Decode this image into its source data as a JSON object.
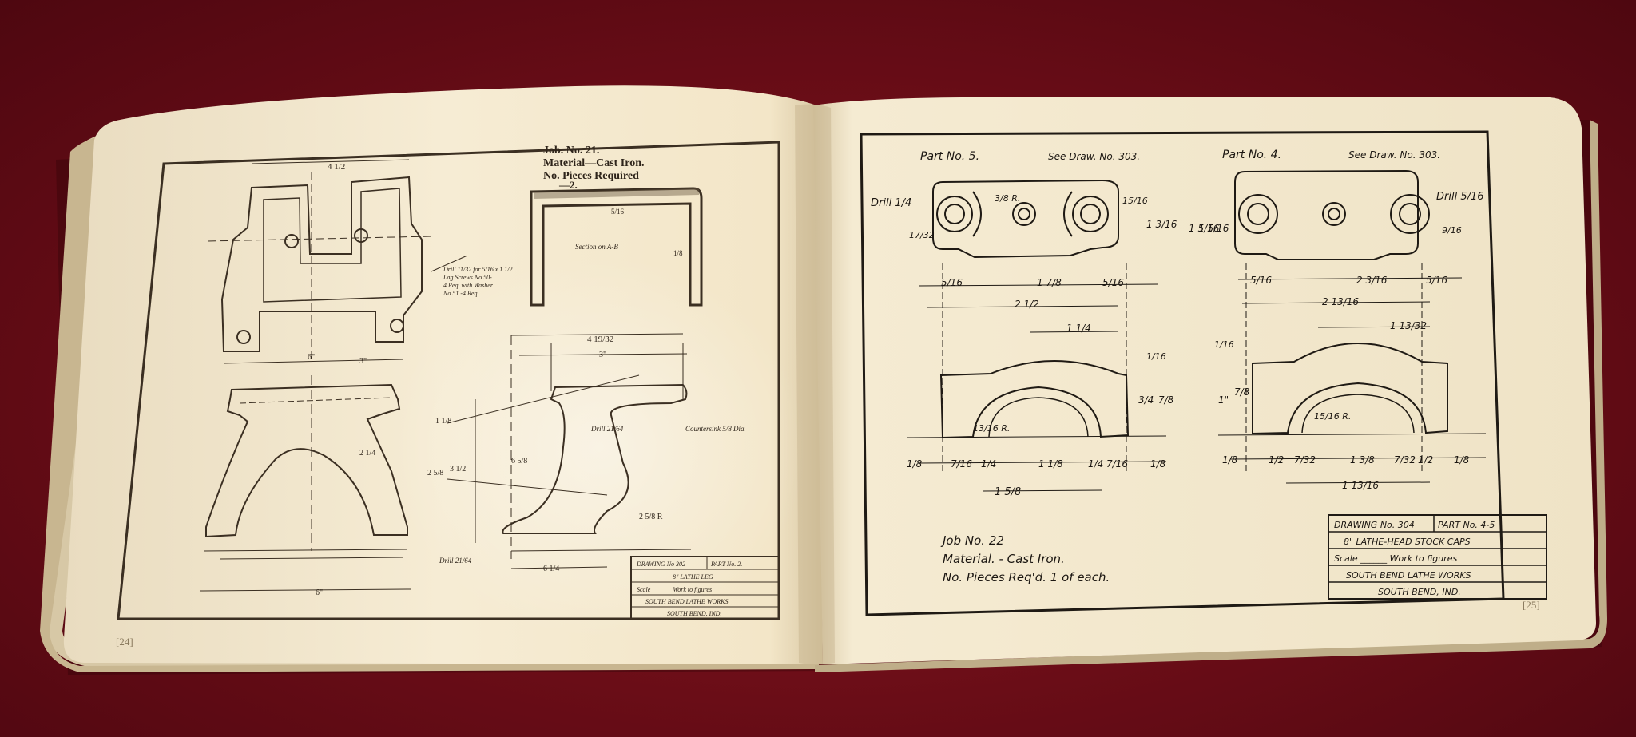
{
  "left_page": {
    "job_heading": [
      "Job. No. 21.",
      "Material—Cast Iron.",
      "No. Pieces Required",
      "—2."
    ],
    "section_label": "Section on A-B",
    "drill_note": [
      "Drill 11/32 for 5/16 x 1 1/2",
      "Lag Screws No.50-",
      "4 Req. with Washer",
      "No.51 -4 Req."
    ],
    "countersink_note": "Countersink 5/8 Dia.",
    "drill_small": "Drill 21/64",
    "drill_lower": "Drill 21/64",
    "dimensions": [
      "4 1/2",
      "6\"",
      "3\"",
      "4 19/32",
      "3\"",
      "6\"",
      "5/16",
      "1/8",
      "1 1/8",
      "2 5/8",
      "6 5/8",
      "3 1/2",
      "2 1/4",
      "6 1/4",
      "2 5/8 R"
    ],
    "title_block": {
      "drawing_no": "DRAWING No 302",
      "part_no": "PART No. 2.",
      "name": "8\" LATHE LEG",
      "scale": "Scale ______ Work to figures",
      "company": "SOUTH BEND LATHE WORKS",
      "city": "SOUTH BEND, IND."
    },
    "page_number": "[24]"
  },
  "right_page": {
    "part5_label": "Part No. 5.",
    "part4_label": "Part No. 4.",
    "see_draw_left": "See Draw. No. 303.",
    "see_draw_right": "See Draw. No. 303.",
    "drill_left": "Drill 1/4",
    "drill_right": "Drill 5/16",
    "dims_part5": [
      "5/16",
      "1 7/8",
      "5/16",
      "2 1/2",
      "1 1/4",
      "1 3/16",
      "15/16",
      "1 5/16",
      "17/32",
      "3/8 R.",
      "13/16 R.",
      "3/4",
      "7/8",
      "1/16",
      "1/8",
      "7/16",
      "1/4",
      "1 1/8",
      "1/4",
      "7/16",
      "1/8",
      "1 5/8"
    ],
    "dims_part4": [
      "5/16",
      "2 3/16",
      "5/16",
      "2 13/16",
      "1 13/32",
      "1 5/16",
      "1/16",
      "1\"",
      "7/8",
      "15/16 R.",
      "1/8",
      "1/2",
      "7/32",
      "1 3/8",
      "7/32",
      "1/2",
      "1/8",
      "1 13/16",
      "9/16"
    ],
    "job_info": [
      "Job No. 22",
      "Material. - Cast Iron.",
      "No. Pieces Req'd. 1 of each."
    ],
    "title_block": {
      "drawing_no": "DRAWING No. 304",
      "part_no": "PART No. 4-5",
      "name": "8\" LATHE-HEAD STOCK CAPS",
      "scale": "Scale ______ Work to figures",
      "company": "SOUTH BEND LATHE WORKS",
      "city": "SOUTH BEND, IND."
    },
    "page_number": "[25]"
  }
}
